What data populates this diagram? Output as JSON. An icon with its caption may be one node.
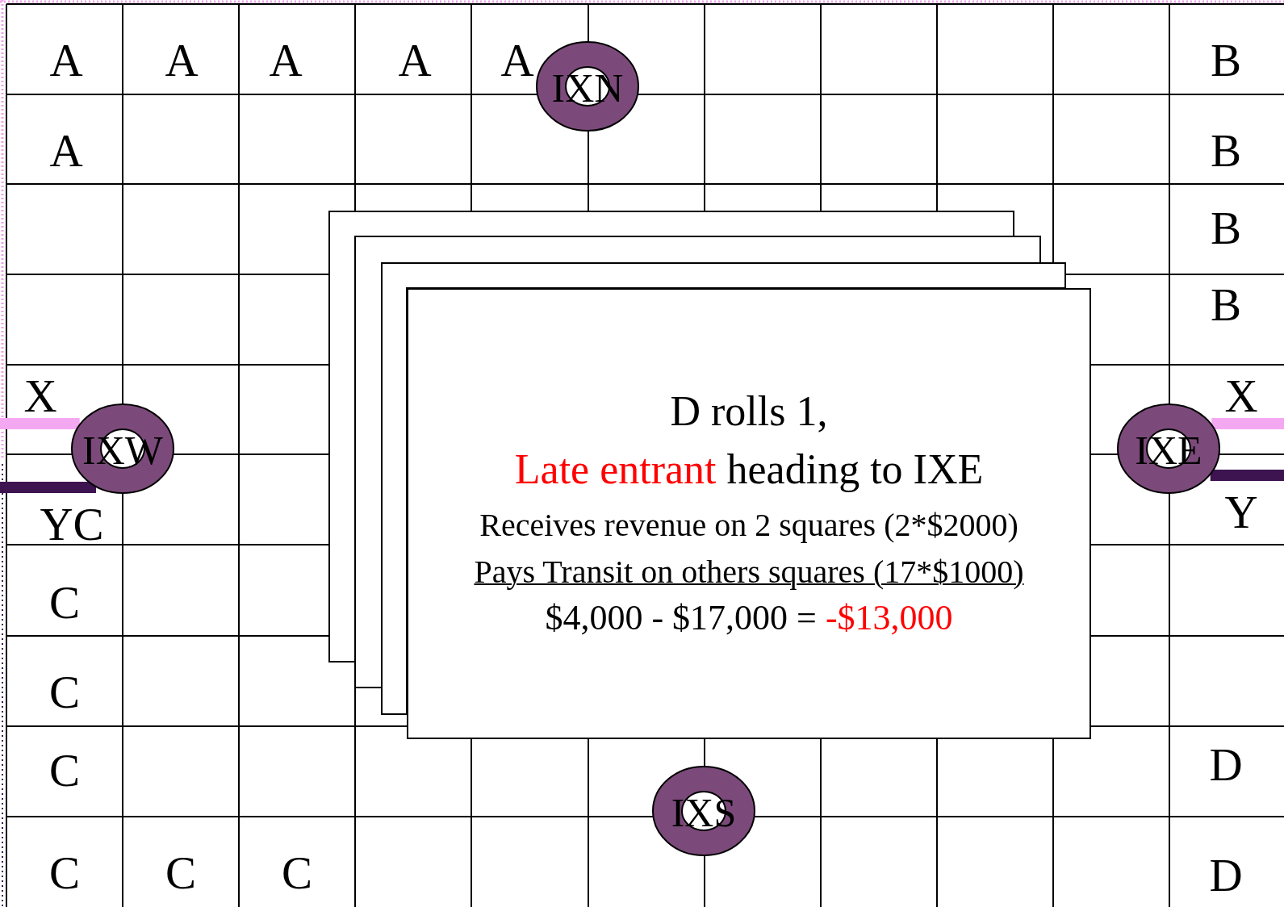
{
  "diagram": {
    "nodes": [
      {
        "text": [
          "IXN"
        ]
      },
      {
        "text": [
          "IXW"
        ]
      },
      {
        "text": [
          "IXE"
        ]
      },
      {
        "text": [
          "D rolls 1,",
          "Late entrant",
          "heading to IXE",
          "Receives revenue on 2 squares (2*$2000)",
          "Pays Transit on others squares (17*$1000)",
          "$4,000 - $17,000 =",
          "-$13,000"
        ]
      },
      {
        "text": [
          "IXS"
        ]
      }
    ],
    "edges": [
      {
        "from": null,
        "to": 1,
        "arrow": "none",
        "color": "#f5a8f2"
      },
      {
        "from": null,
        "to": 1,
        "arrow": "none",
        "color": "#3d1450"
      },
      {
        "from": null,
        "to": 2,
        "arrow": "none",
        "color": "#f5a8f2"
      },
      {
        "from": null,
        "to": 2,
        "arrow": "none",
        "color": "#3d1450"
      }
    ],
    "labels": [
      "A",
      "A",
      "A",
      "A",
      "A",
      "B",
      "A",
      "B",
      "B",
      "B",
      "X",
      "X",
      "YC",
      "Y",
      "C",
      "C",
      "C",
      "D",
      "C",
      "C",
      "C",
      "D"
    ]
  }
}
